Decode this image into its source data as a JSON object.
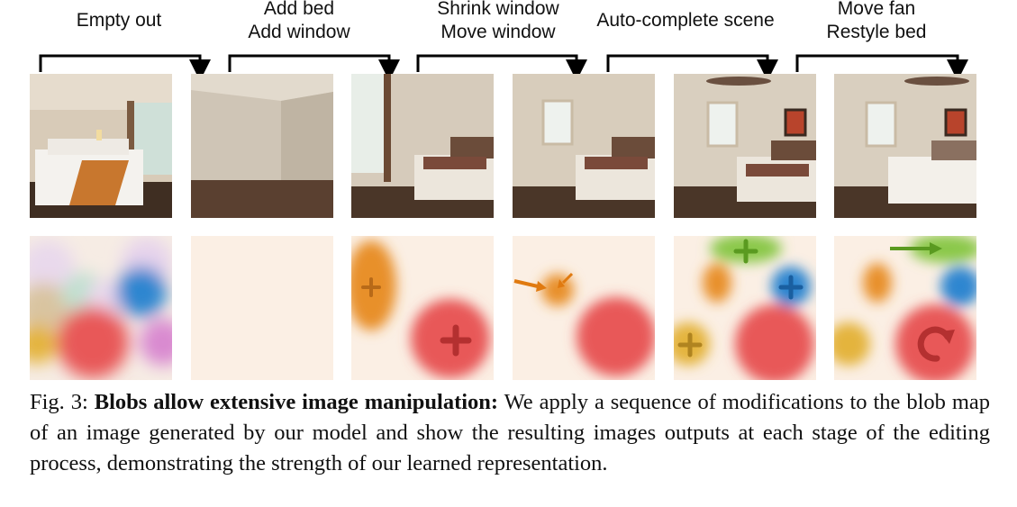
{
  "steps": [
    {
      "line1": "Empty out",
      "line2": ""
    },
    {
      "line1": "Add bed",
      "line2": "Add window"
    },
    {
      "line1": "Shrink window",
      "line2": "Move window"
    },
    {
      "line1": "Auto-complete scene",
      "line2": ""
    },
    {
      "line1": "Move fan",
      "line2": "Restyle bed"
    }
  ],
  "caption": {
    "fig_label": "Fig. 3:",
    "bold": "Blobs allow extensive image manipulation:",
    "text": "We apply a sequence of modifications to the blob map of an image generated by our model and show the resulting images outputs at each stage of the editing process, demonstrating the strength of our learned representation."
  },
  "colors": {
    "blob_red": "#e85858",
    "blob_orange": "#e8902a",
    "blob_blue": "#2f86d0",
    "blob_green": "#8ac84a",
    "blob_yellow": "#e4b43c",
    "blob_bg": "#fbefe4"
  }
}
